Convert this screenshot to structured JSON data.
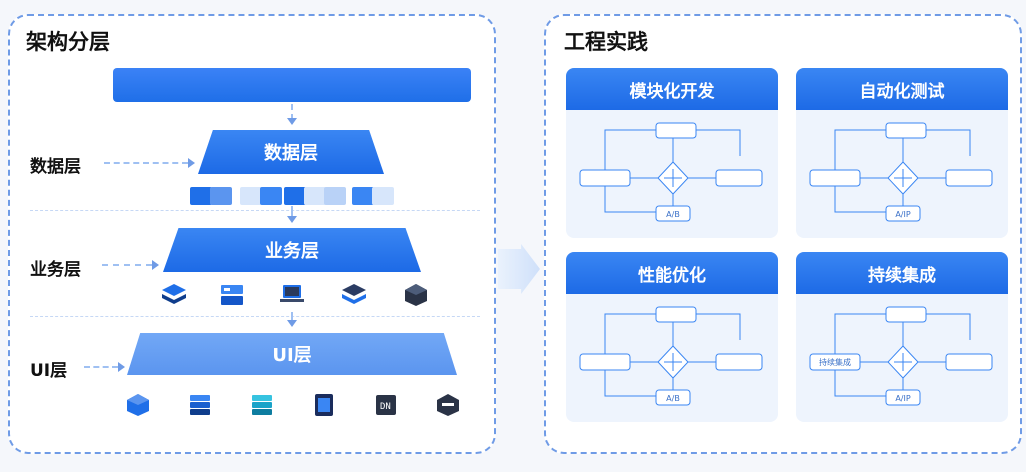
{
  "left": {
    "title": "架构分层",
    "top_bar": "",
    "layers": {
      "data": "数据层",
      "business": "业务层",
      "ui": "UI层"
    },
    "side_labels": {
      "data": "数据层",
      "business": "业务层",
      "ui": "UI层"
    }
  },
  "right": {
    "title": "工程实践",
    "cards": [
      {
        "title": "模块化开发",
        "nodes": {
          "top": "",
          "left": "",
          "right": "",
          "bottom": "A/B"
        }
      },
      {
        "title": "自动化测试",
        "nodes": {
          "top": "",
          "left": "",
          "right": "",
          "bottom": "A/IP"
        }
      },
      {
        "title": "性能优化",
        "nodes": {
          "top": "",
          "left": "",
          "right": "",
          "bottom": "A/B"
        }
      },
      {
        "title": "持续集成",
        "nodes": {
          "top": "",
          "left": "持续集成",
          "right": "",
          "bottom": "A/IP"
        }
      }
    ]
  },
  "colors": {
    "accent": "#1f6fe8",
    "light_accent": "#5b95ef",
    "dash": "#6f9be6"
  },
  "icons": [
    "layers-icon",
    "server-icon",
    "laptop-icon",
    "cube-icon",
    "document-icon",
    "terminal-icon"
  ]
}
